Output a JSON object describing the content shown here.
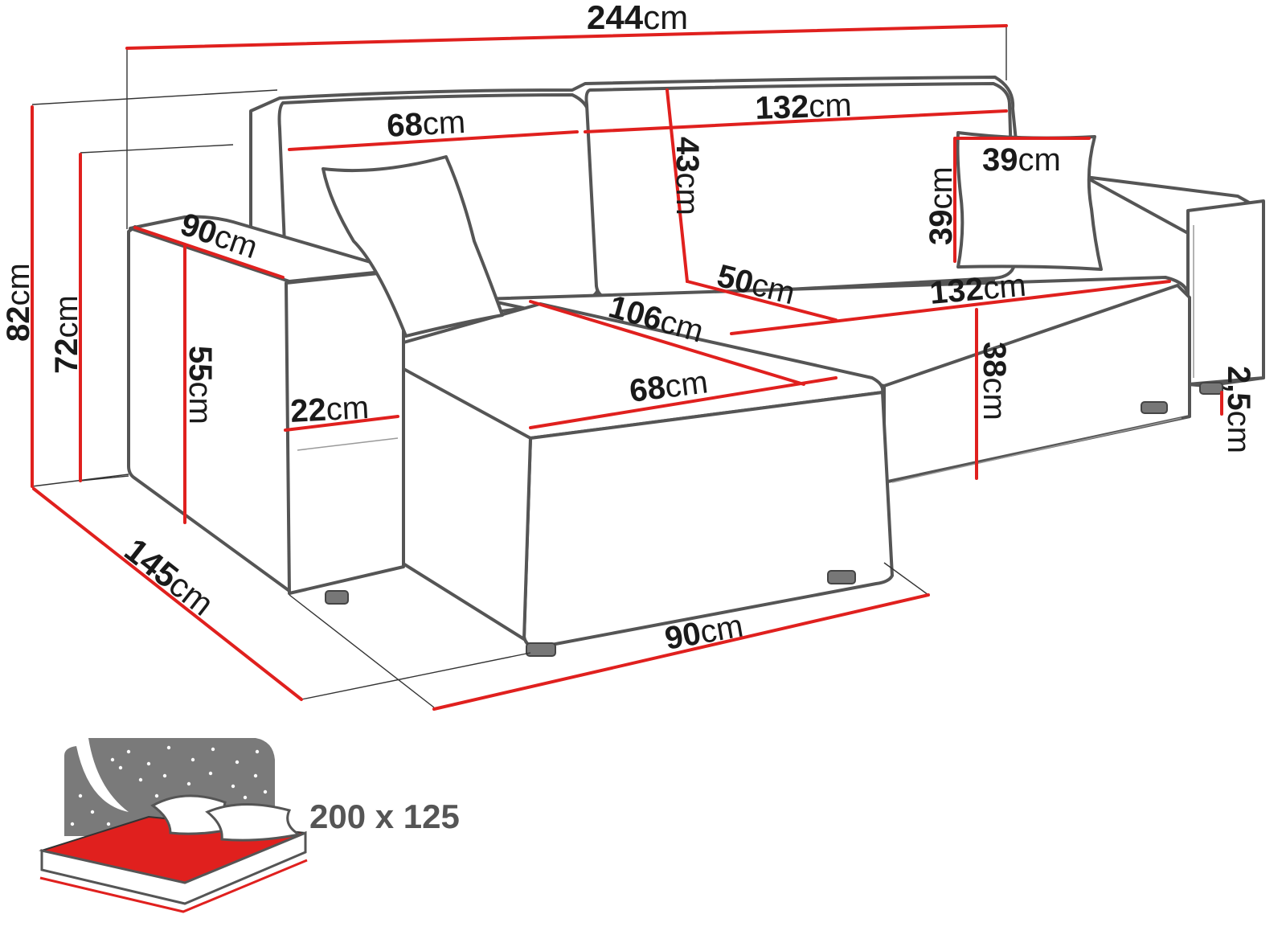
{
  "dimensions": {
    "total_width": {
      "value": "244",
      "unit": "cm"
    },
    "back_left": {
      "value": "68",
      "unit": "cm"
    },
    "back_right": {
      "value": "132",
      "unit": "cm"
    },
    "back_height": {
      "value": "43",
      "unit": "cm"
    },
    "pillow_width": {
      "value": "39",
      "unit": "cm"
    },
    "pillow_height": {
      "value": "39",
      "unit": "cm"
    },
    "arm_depth": {
      "value": "90",
      "unit": "cm"
    },
    "total_height": {
      "value": "82",
      "unit": "cm"
    },
    "arm_height": {
      "value": "72",
      "unit": "cm"
    },
    "arm_inner": {
      "value": "55",
      "unit": "cm"
    },
    "arm_width": {
      "value": "22",
      "unit": "cm"
    },
    "seat_depth": {
      "value": "50",
      "unit": "cm"
    },
    "seat_width": {
      "value": "132",
      "unit": "cm"
    },
    "chaise_length": {
      "value": "106",
      "unit": "cm"
    },
    "chaise_width": {
      "value": "68",
      "unit": "cm"
    },
    "seat_height": {
      "value": "38",
      "unit": "cm"
    },
    "leg_height": {
      "value": "2,5",
      "unit": "cm"
    },
    "side_depth": {
      "value": "145",
      "unit": "cm"
    },
    "front_width": {
      "value": "90",
      "unit": "cm"
    }
  },
  "bed": {
    "size_label": "200 x 125",
    "colors": {
      "mattress": "#e0201e",
      "night_sky": "#7a7a7a",
      "stars": "#ffffff"
    }
  },
  "colors": {
    "dimension_line": "#e0201e",
    "outline": "#555555"
  }
}
